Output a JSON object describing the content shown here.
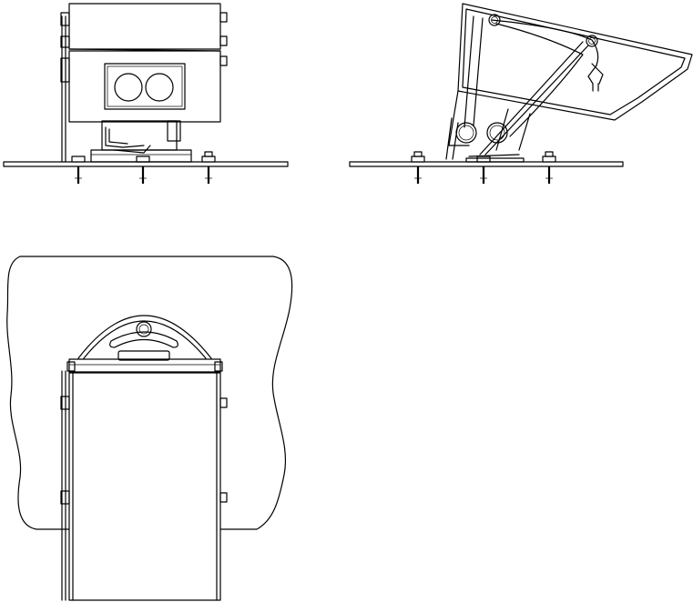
{
  "drawing": {
    "views": [
      "front-view",
      "side-view",
      "top-view"
    ],
    "line_color": "#000000",
    "background_color": "#ffffff"
  }
}
